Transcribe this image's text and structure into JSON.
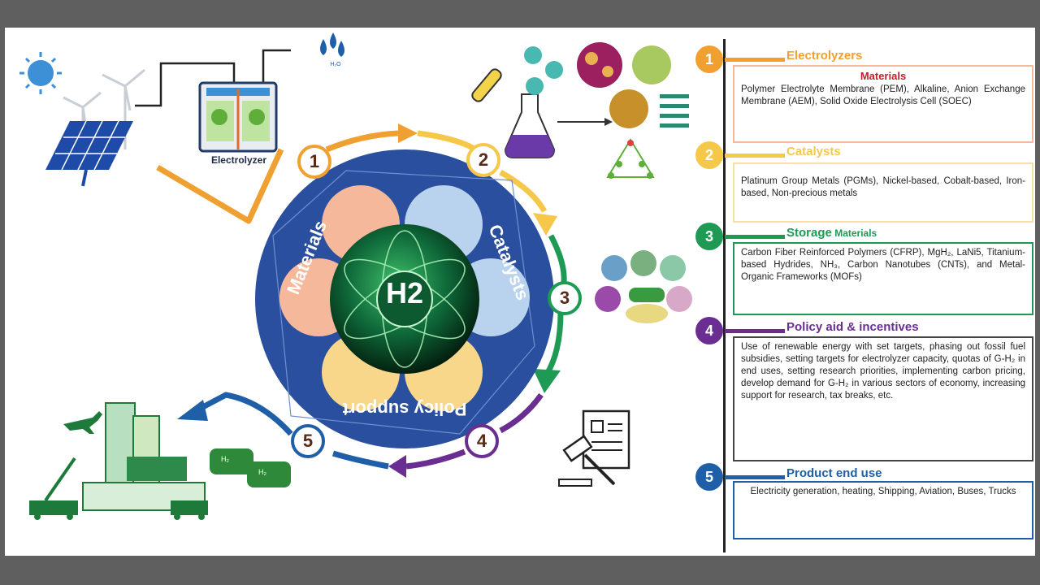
{
  "diagram": {
    "center_label": "H2",
    "ring_labels": {
      "materials": "Materials",
      "catalysts": "Catalysts",
      "policy": "Policy support"
    },
    "cycle_numbers": [
      "1",
      "2",
      "3",
      "4",
      "5"
    ],
    "electrolyzer_label": "Electrolyzer",
    "water_label": "H₂O",
    "cylinder_label": "H₂"
  },
  "sections": [
    {
      "number": "1",
      "title": "Electrolyzers",
      "subtitle": "Materials",
      "text": "Polymer Electrolyte Membrane (PEM), Alkaline, Anion Exchange Membrane (AEM), Solid Oxide Electrolysis Cell (SOEC)",
      "color": "#f0a030"
    },
    {
      "number": "2",
      "title": "Catalysts",
      "text": "Platinum Group Metals (PGMs), Nickel-based, Cobalt-based, Iron-based, Non-precious metals",
      "color": "#f5c84a"
    },
    {
      "number": "3",
      "title": "Storage",
      "title_suffix": " Materials",
      "text": "Carbon Fiber Reinforced Polymers (CFRP), MgH₂, LaNi5, Titanium-based Hydrides, NH₃, Carbon Nanotubes (CNTs), and Metal-Organic Frameworks (MOFs)",
      "color": "#1e9a55"
    },
    {
      "number": "4",
      "title": "Policy aid & incentives",
      "text": "Use of renewable energy with set targets, phasing out fossil fuel subsidies, setting targets for electrolyzer capacity, quotas of G-H₂ in end uses, setting research priorities, implementing carbon pricing, develop demand for G-H₂ in various sectors of economy, increasing support for research, tax breaks, etc.",
      "color": "#6a2d91"
    },
    {
      "number": "5",
      "title": "Product end use",
      "text": "Electricity generation, heating, Shipping, Aviation, Buses, Trucks",
      "color": "#1f5fa8"
    }
  ],
  "colors": {
    "ring_blue": "#2a4f9e",
    "orange": "#f0a030",
    "yellow": "#f5c84a",
    "green": "#1e9a55",
    "purple": "#6a2d91",
    "blue": "#1f5fa8",
    "dark_num": "#5a2a18"
  }
}
